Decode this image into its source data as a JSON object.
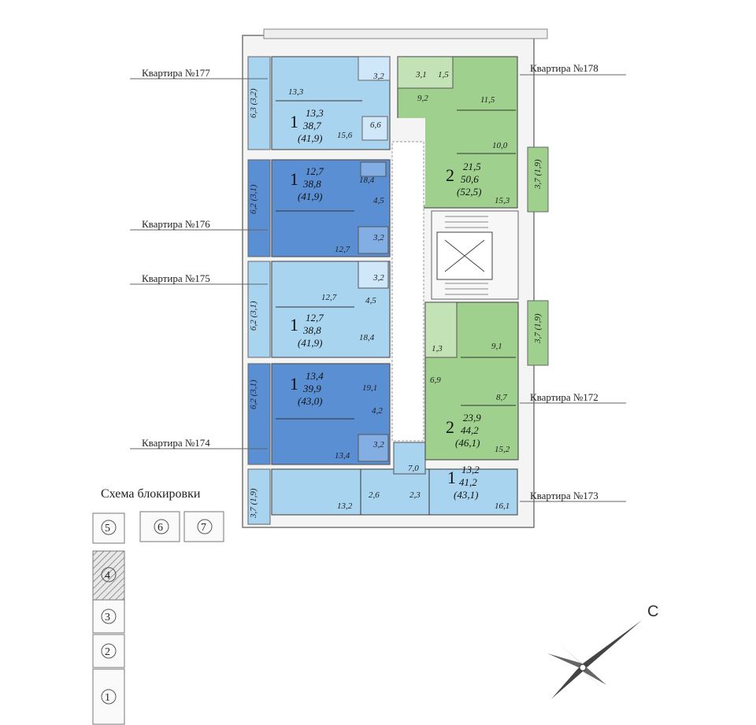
{
  "apartments": [
    {
      "id": "177",
      "label": "Квартира №177",
      "rooms": "1",
      "living": "13,3",
      "total": "38,7",
      "total_balcony": "(41,9)",
      "room_areas": [
        "13,3",
        "3,2",
        "6,6",
        "15,6"
      ],
      "balcony": "6,3 (3,2)"
    },
    {
      "id": "176",
      "label": "Квартира №176",
      "rooms": "1",
      "living": "12,7",
      "total": "38,8",
      "total_balcony": "(41,9)",
      "room_areas": [
        "18,4",
        "4,5",
        "3,2",
        "12,7"
      ],
      "balcony": "6,2 (3,1)"
    },
    {
      "id": "175",
      "label": "Квартира №175",
      "rooms": "1",
      "living": "12,7",
      "total": "38,8",
      "total_balcony": "(41,9)",
      "room_areas": [
        "3,2",
        "12,7",
        "4,5",
        "18,4"
      ],
      "balcony": "6,2 (3,1)"
    },
    {
      "id": "174",
      "label": "Квартира №174",
      "rooms": "1",
      "living": "13,4",
      "total": "39,9",
      "total_balcony": "(43,0)",
      "room_areas": [
        "19,1",
        "4,2",
        "3,2",
        "13,4"
      ],
      "balcony": "6,2 (3,1)"
    },
    {
      "id": "173",
      "label": "Квартира №173",
      "rooms": "1",
      "living": "13,2",
      "total": "41,2",
      "total_balcony": "(43,1)",
      "room_areas": [
        "7,0",
        "2,6",
        "2,3",
        "13,2",
        "16,1"
      ],
      "balcony": "3,7 (1,9)"
    },
    {
      "id": "178",
      "label": "Квартира №178",
      "rooms": "2",
      "living": "21,5",
      "total": "50,6",
      "total_balcony": "(52,5)",
      "room_areas": [
        "3,1",
        "1,5",
        "9,2",
        "11,5",
        "10,0",
        "15,3"
      ],
      "balcony": "3,7 (1,9)"
    },
    {
      "id": "172",
      "label": "Квартира №172",
      "rooms": "2",
      "living": "23,9",
      "total": "44,2",
      "total_balcony": "(46,1)",
      "room_areas": [
        "1,3",
        "9,1",
        "6,9",
        "8,7",
        "15,2"
      ],
      "balcony": "3,7 (1,9)"
    }
  ],
  "scheme": {
    "title": "Схема блокировки",
    "sections": [
      "1",
      "2",
      "3",
      "4",
      "5",
      "6",
      "7"
    ],
    "highlighted": "4"
  },
  "compass": {
    "north_letter": "С"
  },
  "colors": {
    "apt_light": "#a8d4f0",
    "apt_dark": "#5b8fd4",
    "apt_green": "#9fd08e",
    "wall": "#555555"
  }
}
